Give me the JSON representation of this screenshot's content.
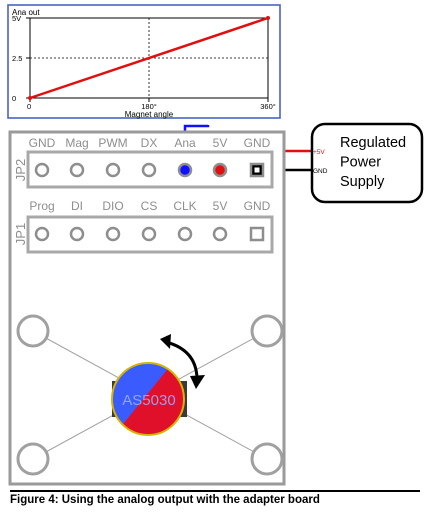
{
  "chart_data": {
    "type": "line",
    "title": "",
    "ylabel": "Ana out",
    "xlabel": "Magnet angle",
    "x_ticks": [
      {
        "value": 0,
        "label": "0"
      },
      {
        "value": 180,
        "label": "180°"
      },
      {
        "value": 360,
        "label": "360°"
      }
    ],
    "y_ticks": [
      {
        "value": 0,
        "label": "0"
      },
      {
        "value": 2.5,
        "label": "2.5"
      },
      {
        "value": 5,
        "label": "5V"
      }
    ],
    "xlim": [
      0,
      360
    ],
    "ylim": [
      0,
      5
    ],
    "grid": "dashed at tick values",
    "series": [
      {
        "x": [
          0,
          360
        ],
        "y": [
          0,
          5
        ],
        "color": "#e01010"
      }
    ]
  },
  "colors": {
    "analog_wire": "#1010ff",
    "power_wire": "#e01010",
    "ground_wire": "#000000",
    "board_border": "#9a9a9a",
    "magnet_blue": "#3a5cff",
    "magnet_red": "#e0102a"
  },
  "jp2": {
    "label": "JP2",
    "pins": [
      "GND",
      "Mag",
      "PWM",
      "DX",
      "Ana",
      "5V",
      "GND"
    ]
  },
  "jp1": {
    "label": "JP1",
    "pins": [
      "Prog",
      "DI",
      "DIO",
      "CS",
      "CLK",
      "5V",
      "GND"
    ]
  },
  "supply": {
    "title_lines": [
      "Regulated",
      "Power",
      "Supply"
    ],
    "plus_label": "+5V",
    "gnd_label": "GND"
  },
  "chip": {
    "label": "AS5030"
  },
  "icons": {
    "rotation": "curved-double-arrow-icon"
  },
  "caption": "Figure 4: Using the analog output with the adapter board"
}
